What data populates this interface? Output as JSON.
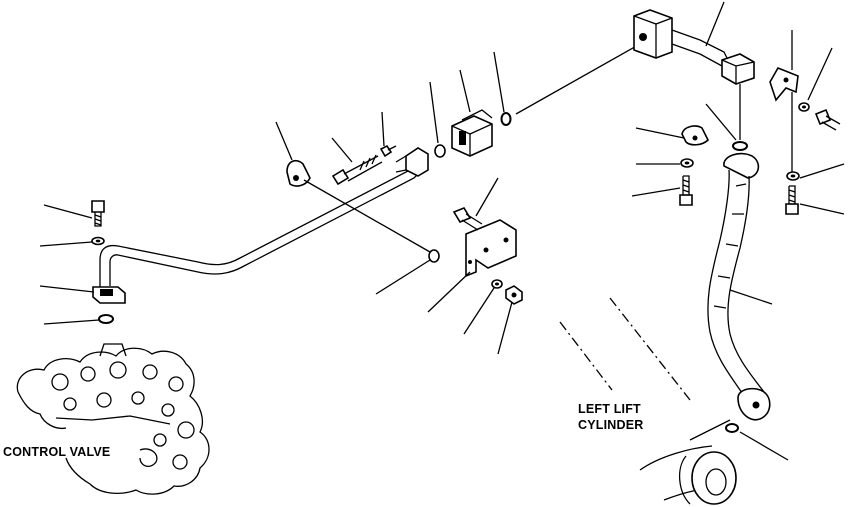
{
  "labels": {
    "control_valve": "CONTROL VALVE",
    "left_lift_cylinder_line1": "LEFT LIFT",
    "left_lift_cylinder_line2": "CYLINDER"
  },
  "colors": {
    "line": "#000000",
    "background": "#ffffff"
  }
}
